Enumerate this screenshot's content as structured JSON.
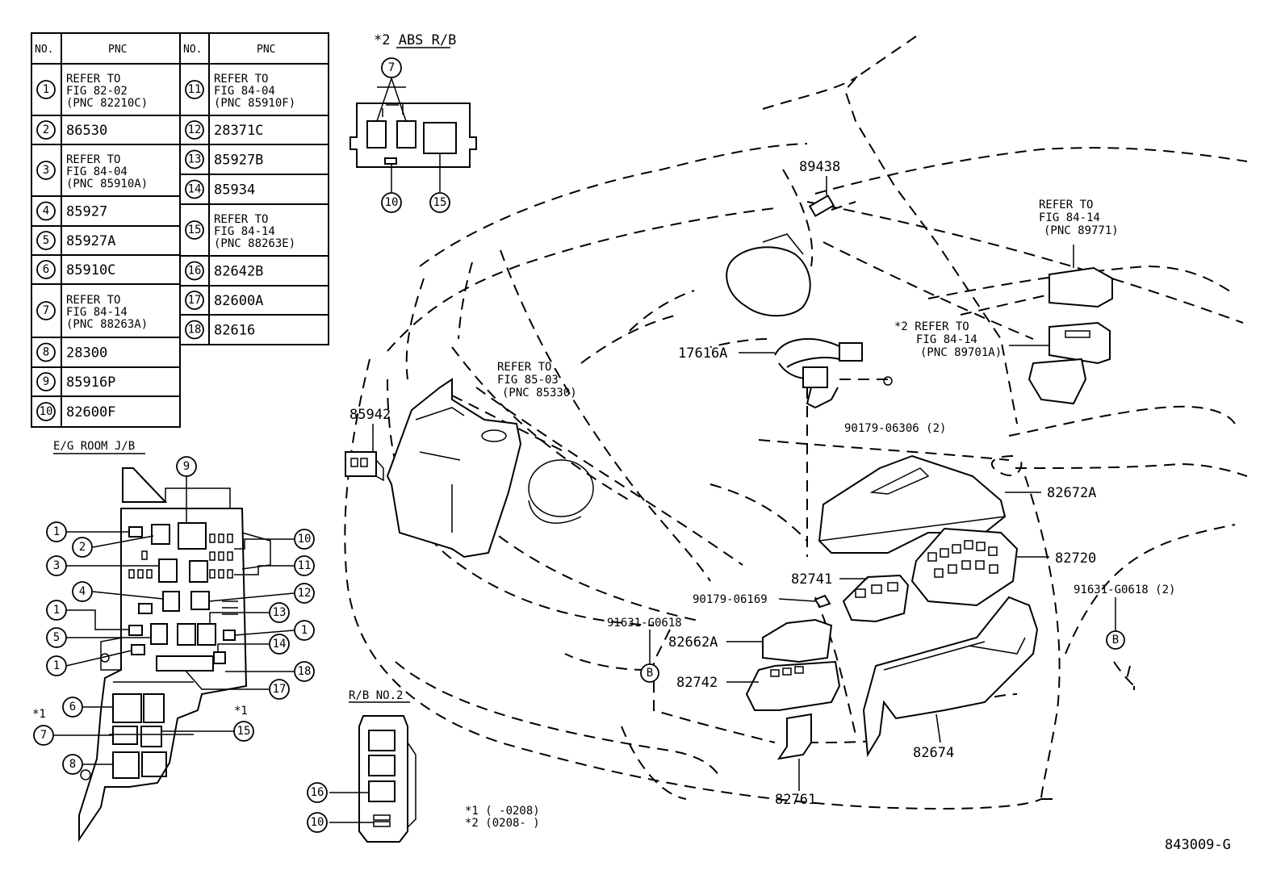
{
  "table": {
    "headers": {
      "no": "NO.",
      "pnc": "PNC"
    },
    "left": [
      {
        "no": "1",
        "lines": [
          "REFER TO",
          "FIG 82-02",
          " (PNC 82210C)"
        ]
      },
      {
        "no": "2",
        "lines": [
          "86530"
        ]
      },
      {
        "no": "3",
        "lines": [
          "REFER TO",
          "FIG 84-04",
          " (PNC 85910A)"
        ]
      },
      {
        "no": "4",
        "lines": [
          "85927"
        ]
      },
      {
        "no": "5",
        "lines": [
          "85927A"
        ]
      },
      {
        "no": "6",
        "lines": [
          "85910C"
        ]
      },
      {
        "no": "7",
        "lines": [
          "REFER TO",
          "FIG 84-14",
          " (PNC 88263A)"
        ]
      },
      {
        "no": "8",
        "lines": [
          "28300"
        ]
      },
      {
        "no": "9",
        "lines": [
          "85916P"
        ]
      },
      {
        "no": "10",
        "lines": [
          "82600F"
        ]
      }
    ],
    "right": [
      {
        "no": "11",
        "lines": [
          "REFER TO",
          "FIG 84-04",
          " (PNC 85910F)"
        ]
      },
      {
        "no": "12",
        "lines": [
          "28371C"
        ]
      },
      {
        "no": "13",
        "lines": [
          "85927B"
        ]
      },
      {
        "no": "14",
        "lines": [
          "85934"
        ]
      },
      {
        "no": "15",
        "lines": [
          "REFER TO",
          "FIG 84-14",
          " (PNC 88263E)"
        ]
      },
      {
        "no": "16",
        "lines": [
          "82642B"
        ]
      },
      {
        "no": "17",
        "lines": [
          "82600A"
        ]
      },
      {
        "no": "18",
        "lines": [
          "82616"
        ]
      }
    ]
  },
  "abs_rb": {
    "title": "*2 ABS R/B",
    "callouts": [
      "7",
      "10",
      "15"
    ]
  },
  "eg_room_jb": {
    "title": "E/G ROOM J/B",
    "callouts": [
      "1",
      "2",
      "3",
      "4",
      "1",
      "5",
      "1",
      "9",
      "10",
      "11",
      "12",
      "13",
      "1",
      "14",
      "18",
      "17",
      "6",
      "7",
      "8",
      "15"
    ],
    "note1_left": "*1",
    "note1_right": "*1"
  },
  "rb_no2": {
    "title": "R/B NO.2",
    "callouts": [
      "16",
      "10"
    ]
  },
  "footnotes": [
    "*1  (      -0208)",
    "*2  (0208-      )"
  ],
  "figure_code": "843009-G",
  "parts": {
    "p89438": "89438",
    "refer_89771": [
      "REFER TO",
      "FIG 84-14",
      "(PNC 89771)"
    ],
    "refer_89701a": [
      "*2 REFER TO",
      "FIG 84-14",
      "(PNC 89701A)"
    ],
    "p17616a": "17616A",
    "refer_85330": [
      "REFER TO",
      "FIG 85-03",
      "(PNC 85330)"
    ],
    "p85942": "85942",
    "p90179_06306": "90179-06306 (2)",
    "p82672a": "82672A",
    "p82720": "82720",
    "p82741": "82741",
    "p90179_06169": "90179-06169",
    "p91631_g0618_right": "91631-G0618 (2)",
    "p91631_g0618_left": "91631-G0618",
    "p82662a": "82662A",
    "p82742": "82742",
    "p82674": "82674",
    "p82761": "82761",
    "bolt_mark": "B"
  }
}
